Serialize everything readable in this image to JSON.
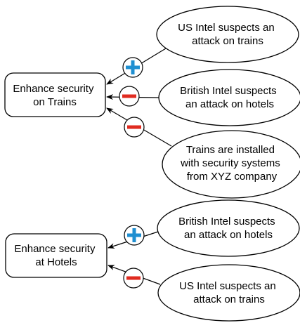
{
  "diagram": {
    "groups": [
      {
        "goal": {
          "lines": [
            "Enhance security",
            "on Trains"
          ]
        },
        "evidence": [
          {
            "lines": [
              "US Intel suspects an",
              "attack on trains"
            ],
            "polarity": "plus"
          },
          {
            "lines": [
              "British Intel suspects",
              "an attack on hotels"
            ],
            "polarity": "minus"
          },
          {
            "lines": [
              "Trains are installed",
              "with security systems",
              "from XYZ company"
            ],
            "polarity": "minus"
          }
        ]
      },
      {
        "goal": {
          "lines": [
            "Enhance security",
            "at Hotels"
          ]
        },
        "evidence": [
          {
            "lines": [
              "British Intel suspects",
              "an attack on hotels"
            ],
            "polarity": "plus"
          },
          {
            "lines": [
              "US Intel suspects an",
              "attack on trains"
            ],
            "polarity": "minus"
          }
        ]
      }
    ],
    "colors": {
      "plus": "#1f8fd1",
      "minus": "#e02b20",
      "stroke": "#000000",
      "fill": "#ffffff"
    }
  }
}
